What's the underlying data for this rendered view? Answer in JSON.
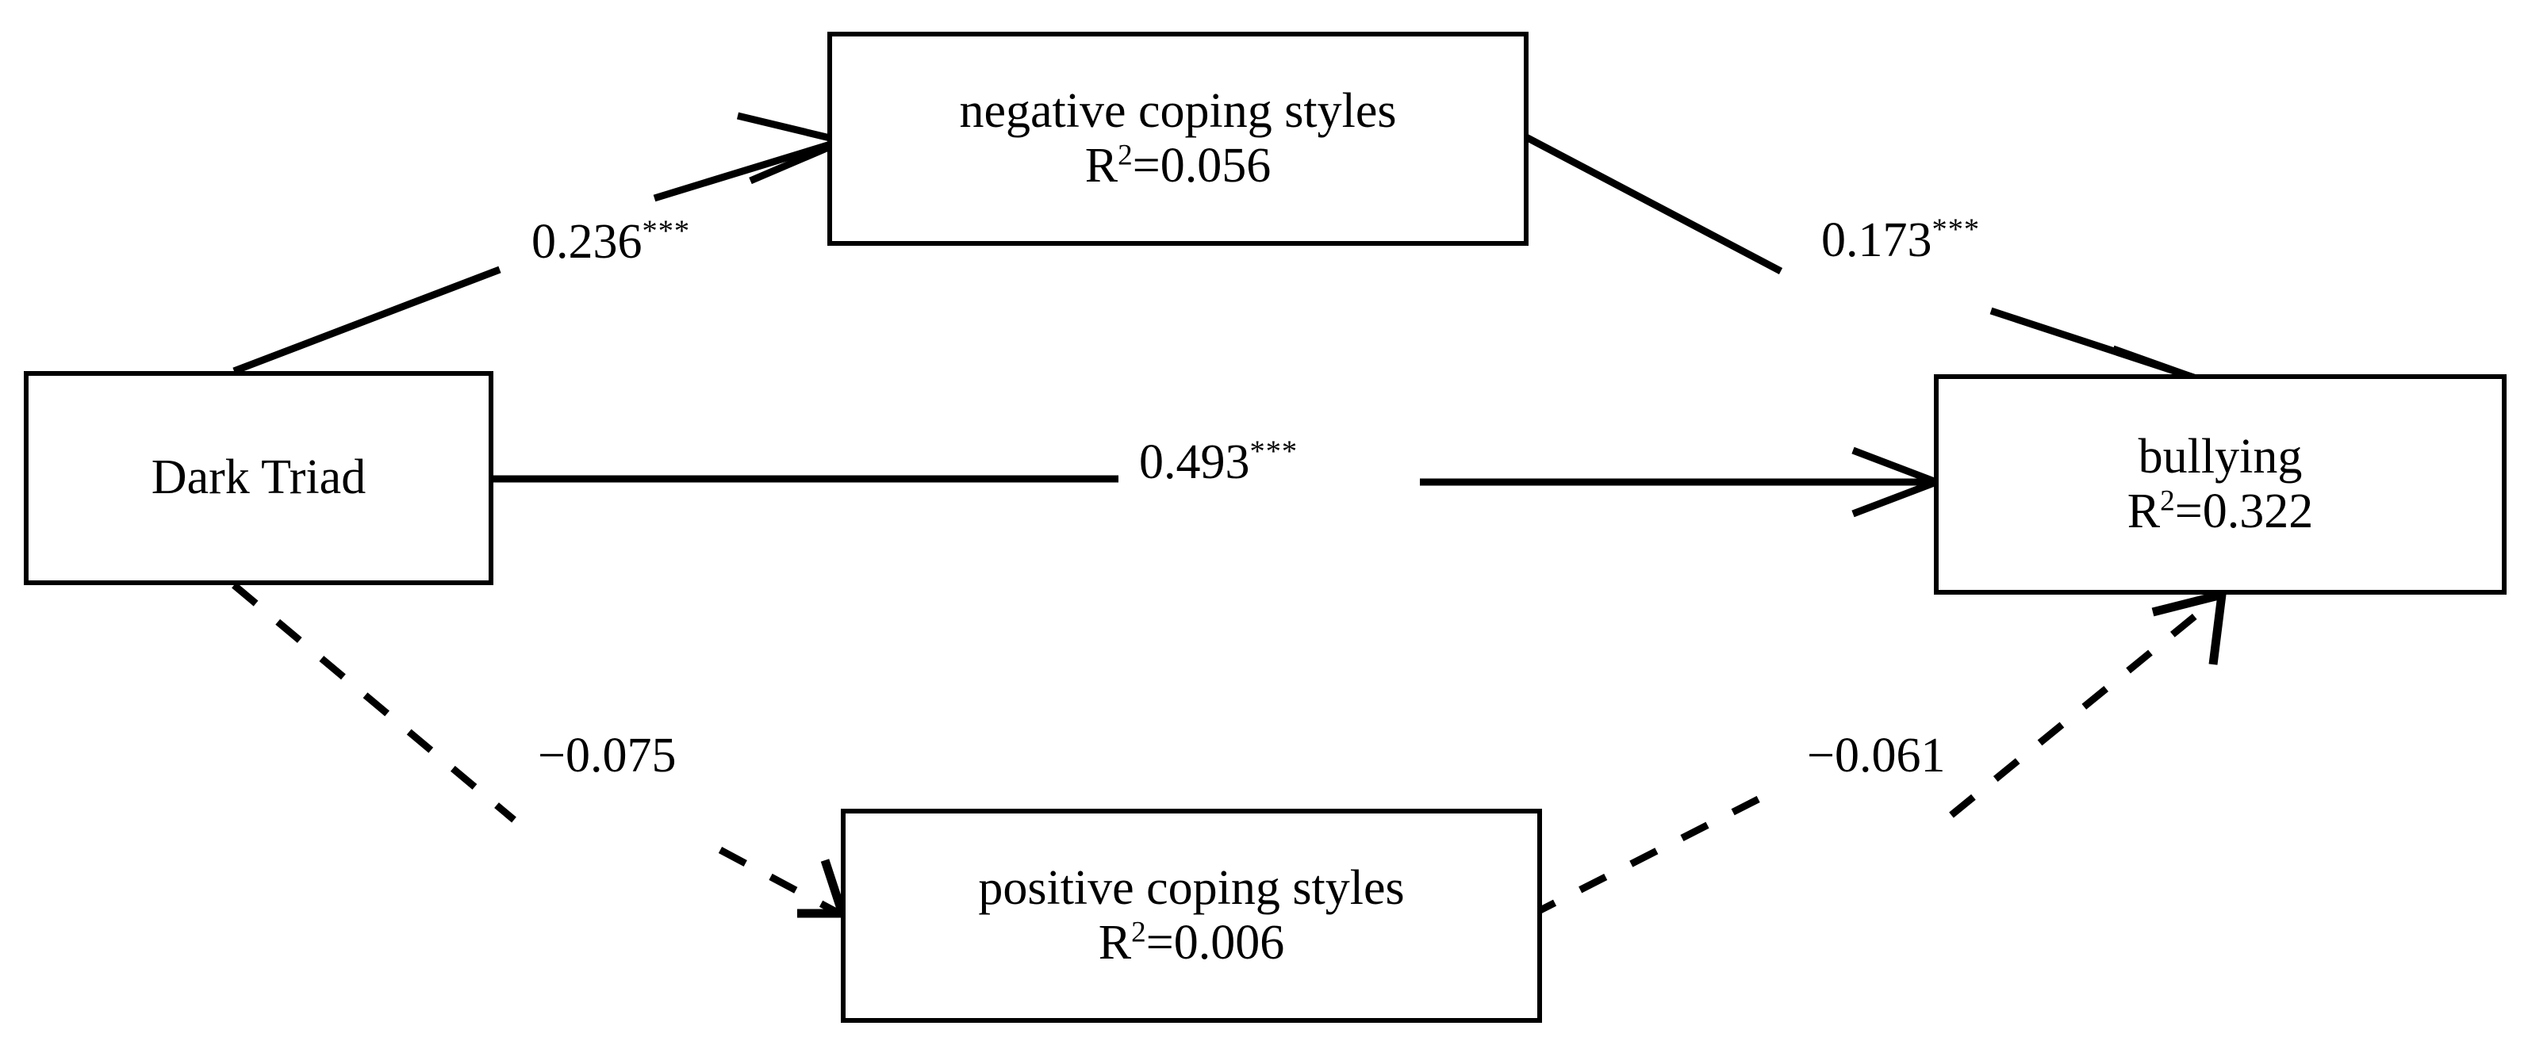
{
  "figure": {
    "type": "path-diagram",
    "description": "Structural equation / mediation path model"
  },
  "nodes": [
    {
      "id": "dark-triad",
      "label": "Dark Triad",
      "r2": null,
      "r2_prefix": null,
      "r2_sup": null
    },
    {
      "id": "negative-coping-styles",
      "label": "negative coping styles",
      "r2": "=0.056",
      "r2_prefix": "R",
      "r2_sup": "2"
    },
    {
      "id": "positive-coping-styles",
      "label": "positive coping styles",
      "r2": "=0.006",
      "r2_prefix": "R",
      "r2_sup": "2"
    },
    {
      "id": "bullying",
      "label": "bullying",
      "r2": "=0.322",
      "r2_prefix": "R",
      "r2_sup": "2"
    }
  ],
  "paths": [
    {
      "id": "dt-to-negative",
      "from": "dark-triad",
      "to": "negative-coping-styles",
      "coefficient": "0.236",
      "significance": "***",
      "style": "solid"
    },
    {
      "id": "negative-to-bullying",
      "from": "negative-coping-styles",
      "to": "bullying",
      "coefficient": "0.173",
      "significance": "***",
      "style": "solid"
    },
    {
      "id": "dt-to-bullying",
      "from": "dark-triad",
      "to": "bullying",
      "coefficient": "0.493",
      "significance": "***",
      "style": "solid"
    },
    {
      "id": "dt-to-positive",
      "from": "dark-triad",
      "to": "positive-coping-styles",
      "coefficient": "−0.075",
      "significance": "",
      "style": "dashed"
    },
    {
      "id": "positive-to-bullying",
      "from": "positive-coping-styles",
      "to": "bullying",
      "coefficient": "−0.061",
      "significance": "",
      "style": "dashed"
    }
  ],
  "colors": {
    "stroke": "#000000",
    "text": "#000000",
    "background": "#ffffff"
  }
}
